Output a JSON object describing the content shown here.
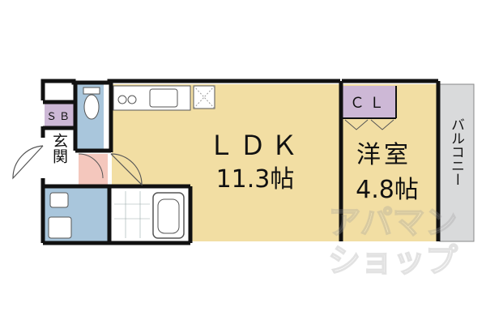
{
  "rooms": {
    "ldk": {
      "name": "ＬＤＫ",
      "size": "11.3帖"
    },
    "western": {
      "name": "洋室",
      "size": "4.8帖"
    },
    "closet": "ＣＬ",
    "shoe_box": "ＳＢ",
    "entrance": "玄関",
    "balcony": "バルコニー"
  },
  "watermark": {
    "line1": "アパマン",
    "line2": "ショップ"
  },
  "colors": {
    "ldk": "#f2dea3",
    "wet": "#a9c6dc",
    "storage": "#cdb8d6",
    "entry": "#f4c7bd",
    "balcony": "#d9dadb",
    "wall": "#111111"
  }
}
